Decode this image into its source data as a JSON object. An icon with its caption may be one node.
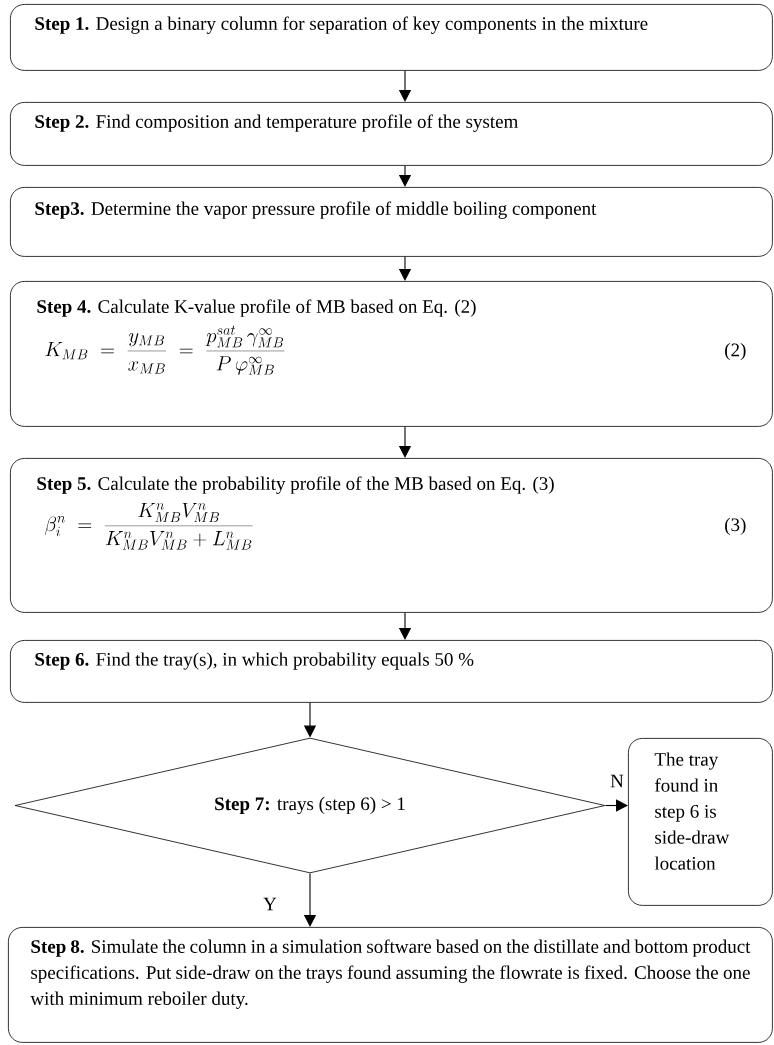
{
  "diagram": {
    "nodes": [
      {
        "text": [
          "**Step 1.** Design a binary column for separation of key components in the mixture"
        ]
      },
      {
        "text": [
          "**Step 2.** Find composition and temperature profile of the system"
        ]
      },
      {
        "text": [
          "**Step3.** Determine the vapor pressure profile of middle boiling component"
        ]
      },
      {
        "text": [
          "**Step 4.** Calculate K-value profile of MB based on Eq. (2)",
          "K_{MB} \\;=\\; \\frac{y_{MB}}{x_{MB}} \\;=\\; \\frac{p^{sat}_{MB}\\,\\gamma^{\\infty}_{MB}}{P\\,\\varphi^{\\infty}_{MB}}",
          "(2)"
        ]
      },
      {
        "text": [
          "**Step 5.** Calculate the probability profile of the MB based on Eq. (3)",
          "\\beta^{n}_{i} \\;=\\; \\frac{K^{n}_{MB}V^{n}_{MB}}{K^{n}_{MB}V^{n}_{MB} + L^{n}_{MB}}",
          "(3)"
        ]
      },
      {
        "text": [
          "**Step 6.** Find the tray(s), in which probability equals 50 %"
        ]
      },
      {
        "text": [
          "**Step 7:** trays (step 6) > 1"
        ]
      },
      {
        "text": [
          "The tray found in step 6 is side-draw location"
        ]
      },
      {
        "text": [
          "**Step 8.** Simulate the column in a simulation software based on the distillate and bottom product specifications. Put side-draw on the trays found assuming the flowrate is fixed. Choose the one with minimum reboiler duty."
        ]
      }
    ],
    "edges": [
      {
        "from": 0,
        "to": 1,
        "arrow": "to"
      },
      {
        "from": 1,
        "to": 2,
        "arrow": "to"
      },
      {
        "from": 2,
        "to": 3,
        "arrow": "to"
      },
      {
        "from": 3,
        "to": 4,
        "arrow": "to"
      },
      {
        "from": 4,
        "to": 5,
        "arrow": "to"
      },
      {
        "from": 5,
        "to": 6,
        "arrow": "to"
      },
      {
        "from": 6,
        "to": 7,
        "arrow": "to",
        "label": "N"
      },
      {
        "from": 6,
        "to": 8,
        "arrow": "to",
        "label": "Y"
      }
    ]
  }
}
